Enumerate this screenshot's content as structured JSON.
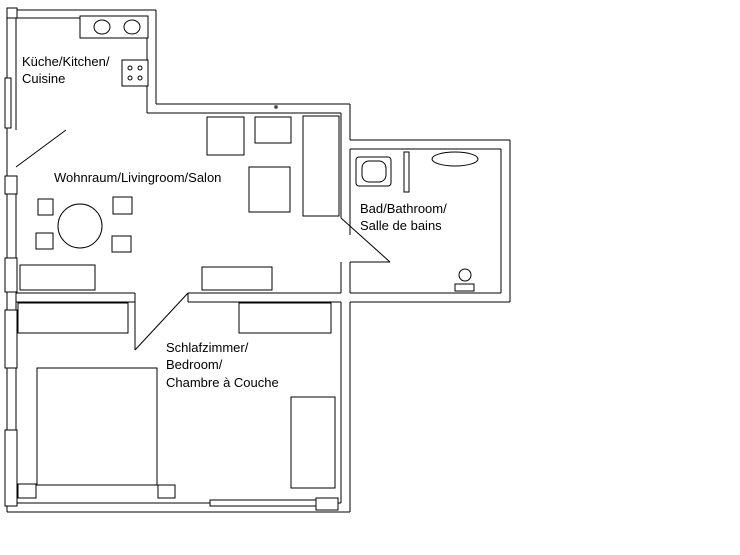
{
  "rooms": {
    "kitchen": {
      "lines": [
        "Küche/Kitchen/",
        "Cuisine"
      ]
    },
    "living": {
      "lines": [
        "Wohnraum/Livingroom/Salon"
      ]
    },
    "bath": {
      "lines": [
        "Bad/Bathroom/",
        "Salle de bains"
      ]
    },
    "bedroom": {
      "lines": [
        "Schlafzimmer/",
        "Bedroom/",
        "Chambre à Couche"
      ]
    }
  }
}
